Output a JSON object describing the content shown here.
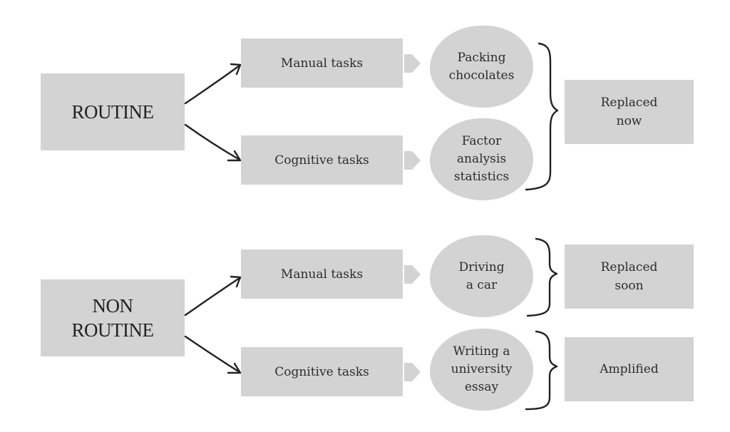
{
  "routine": {
    "label": "ROUTINE",
    "manual": {
      "task": "Manual tasks",
      "example": "Packing\nchocolates"
    },
    "cognitive": {
      "task": "Cognitive tasks",
      "example": "Factor\nanalysis\nstatistics"
    },
    "outcome": "Replaced\nnow"
  },
  "non_routine": {
    "label": "NON\nROUTINE",
    "manual": {
      "task": "Manual tasks",
      "example": "Driving\na car",
      "outcome": "Replaced\nsoon"
    },
    "cognitive": {
      "task": "Cognitive tasks",
      "example": "Writing a\nuniversity\nessay",
      "outcome": "Amplified"
    }
  },
  "colors": {
    "box_fill": "#d3d3d4",
    "stroke": "#222222"
  }
}
